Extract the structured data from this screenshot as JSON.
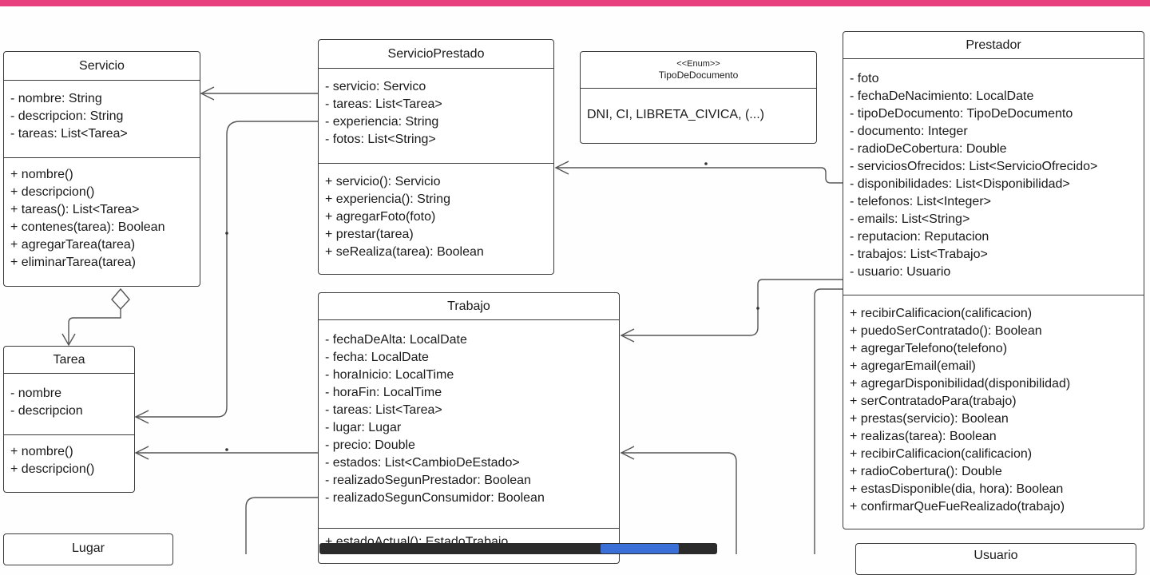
{
  "classes": {
    "servicio": {
      "name": "Servicio",
      "attributes": [
        "- nombre: String",
        "- descripcion: String",
        "- tareas: List<Tarea>"
      ],
      "methods": [
        "+ nombre()",
        "+ descripcion()",
        "+ tareas(): List<Tarea>",
        "+ contenes(tarea): Boolean",
        "+ agregarTarea(tarea)",
        "+ eliminarTarea(tarea)"
      ]
    },
    "tarea": {
      "name": "Tarea",
      "attributes": [
        "- nombre",
        "- descripcion"
      ],
      "methods": [
        "+ nombre()",
        "+ descripcion()"
      ]
    },
    "lugar": {
      "name": "Lugar"
    },
    "servicio_prestado": {
      "name": "ServicioPrestado",
      "attributes": [
        "- servicio: Servico",
        "- tareas: List<Tarea>",
        "- experiencia: String",
        "- fotos: List<String>"
      ],
      "methods": [
        "+ servicio(): Servicio",
        "+ experiencia(): String",
        "+ agregarFoto(foto)",
        "+ prestar(tarea)",
        "+ seRealiza(tarea): Boolean"
      ]
    },
    "tipo_documento": {
      "stereotype": "<<Enum>>",
      "name": "TipoDeDocumento",
      "values": "DNI, CI, LIBRETA_CIVICA, (...)"
    },
    "trabajo": {
      "name": "Trabajo",
      "attributes": [
        "- fechaDeAlta: LocalDate",
        "- fecha: LocalDate",
        "- horaInicio: LocalTime",
        "- horaFin: LocalTime",
        "- tareas: List<Tarea>",
        "- lugar: Lugar",
        "- precio: Double",
        "- estados: List<CambioDeEstado>",
        "- realizadoSegunPrestador: Boolean",
        "- realizadoSegunConsumidor: Boolean"
      ],
      "methods": [
        "+ estadoActual(): EstadoTrabajo"
      ]
    },
    "prestador": {
      "name": "Prestador",
      "attributes": [
        "- foto",
        "- fechaDeNacimiento: LocalDate",
        "- tipoDeDocumento: TipoDeDocumento",
        "- documento: Integer",
        "- radioDeCobertura: Double",
        "- serviciosOfrecidos: List<ServicioOfrecido>",
        "- disponibilidades: List<Disponibilidad>",
        "- telefonos: List<Integer>",
        "- emails: List<String>",
        "- reputacion: Reputacion",
        "- trabajos: List<Trabajo>",
        "- usuario: Usuario"
      ],
      "methods": [
        "+ recibirCalificacion(calificacion)",
        "+ puedoSerContratado(): Boolean",
        "+ agregarTelefono(telefono)",
        "+ agregarEmail(email)",
        "+ agregarDisponibilidad(disponibilidad)",
        "+ serContratadoPara(trabajo)",
        "+ prestas(servicio): Boolean",
        "+ realizas(tarea): Boolean",
        "+ recibirCalificacion(calificacion)",
        "+ radioCobertura(): Double",
        "+ estasDisponible(dia, hora): Boolean",
        "+ confirmarQueFueRealizado(trabajo)"
      ]
    },
    "usuario": {
      "name": "Usuario"
    }
  },
  "multiplicity": "*",
  "colors": {
    "accent_bar": "#e8407e",
    "line": "#555555",
    "border": "#3a3a3a"
  }
}
